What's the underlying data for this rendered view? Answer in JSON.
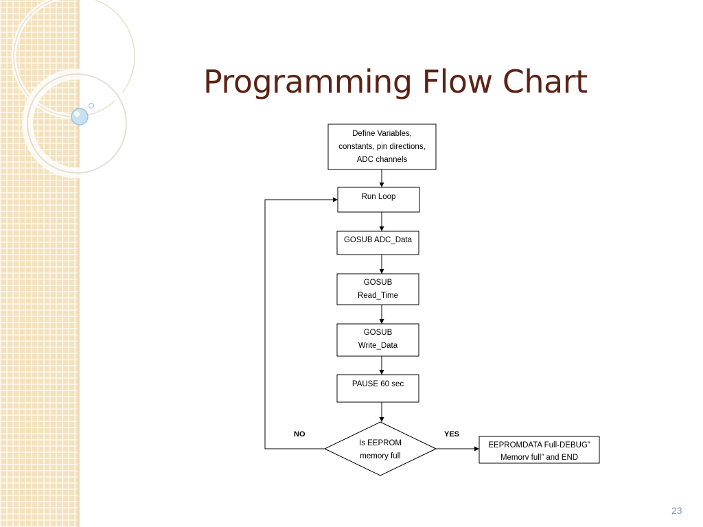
{
  "slide": {
    "title": "Programming Flow Chart",
    "page_number": "23"
  },
  "flowchart": {
    "define": [
      "Define Variables,",
      "constants, pin directions,",
      "ADC channels"
    ],
    "run_loop": "Run Loop",
    "adc": "GOSUB  ADC_Data",
    "read_time": [
      "GOSUB",
      "Read_Time"
    ],
    "write_data": [
      "GOSUB",
      "Write_Data"
    ],
    "pause": "PAUSE 60 sec",
    "decision": [
      "Is EEPROM",
      "memory full"
    ],
    "no_label": "NO",
    "yes_label": "YES",
    "end": [
      "EEPROMDATA Full-DEBUG”",
      "Memorv full” and END"
    ]
  },
  "colors": {
    "title": "#5b2316",
    "sidebar": "#f3e2bd",
    "page_number": "#7a8fb0"
  }
}
